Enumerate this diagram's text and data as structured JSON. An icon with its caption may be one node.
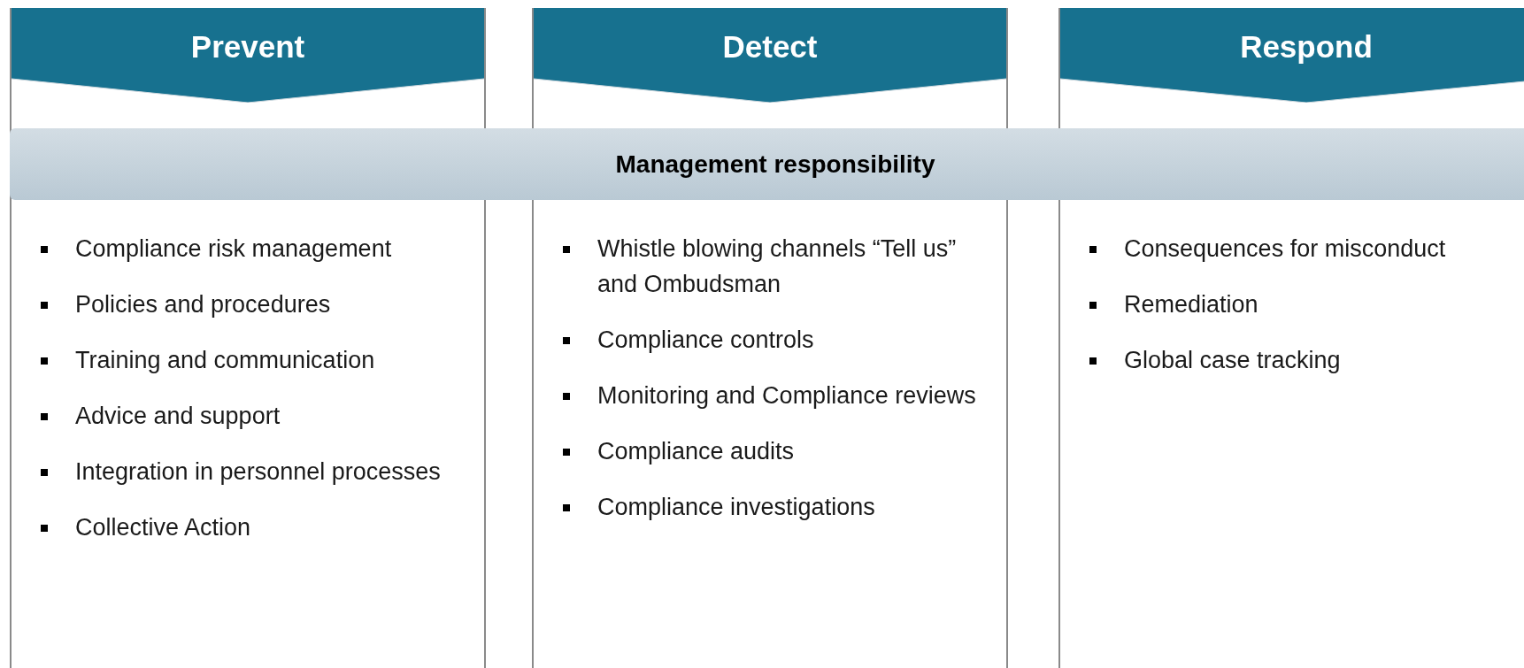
{
  "diagram": {
    "nodes": [
      {
        "text": [
          "Prevent",
          "Compliance risk management",
          "Policies and procedures",
          "Training and communication",
          "Advice and support",
          "Integration in personnel processes",
          "Collective Action"
        ]
      },
      {
        "text": [
          "Detect",
          "Whistle blowing channels “Tell us” and Ombudsman",
          "Compliance controls",
          "Monitoring and Compliance reviews",
          "Compliance audits",
          "Compliance investigations"
        ]
      },
      {
        "text": [
          "Respond",
          "Consequences for misconduct",
          "Remediation",
          "Global case tracking"
        ]
      },
      {
        "text": [
          "Management responsibility"
        ]
      }
    ]
  }
}
